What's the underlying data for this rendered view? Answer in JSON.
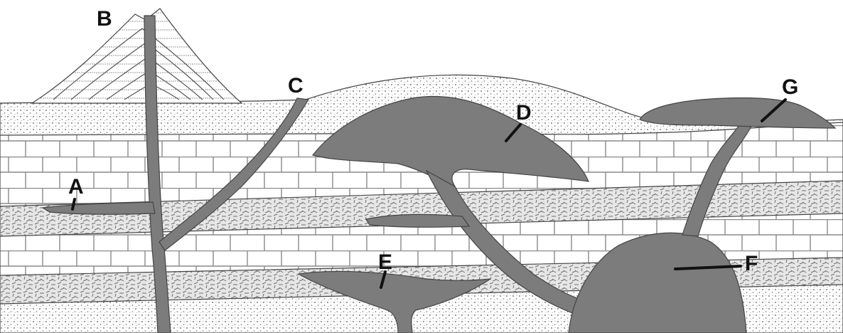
{
  "diagram": {
    "labels": {
      "A": "A",
      "B": "B",
      "C": "C",
      "D": "D",
      "E": "E",
      "F": "F",
      "G": "G"
    },
    "colors": {
      "background": "#ffffff",
      "magma": "#7c7c7c",
      "outline": "#444444",
      "sandstone_dots": "#555555",
      "limestone_lines": "#8a8a8a",
      "shale_dashes": "#6e6e6e",
      "label_text": "#111111"
    }
  }
}
